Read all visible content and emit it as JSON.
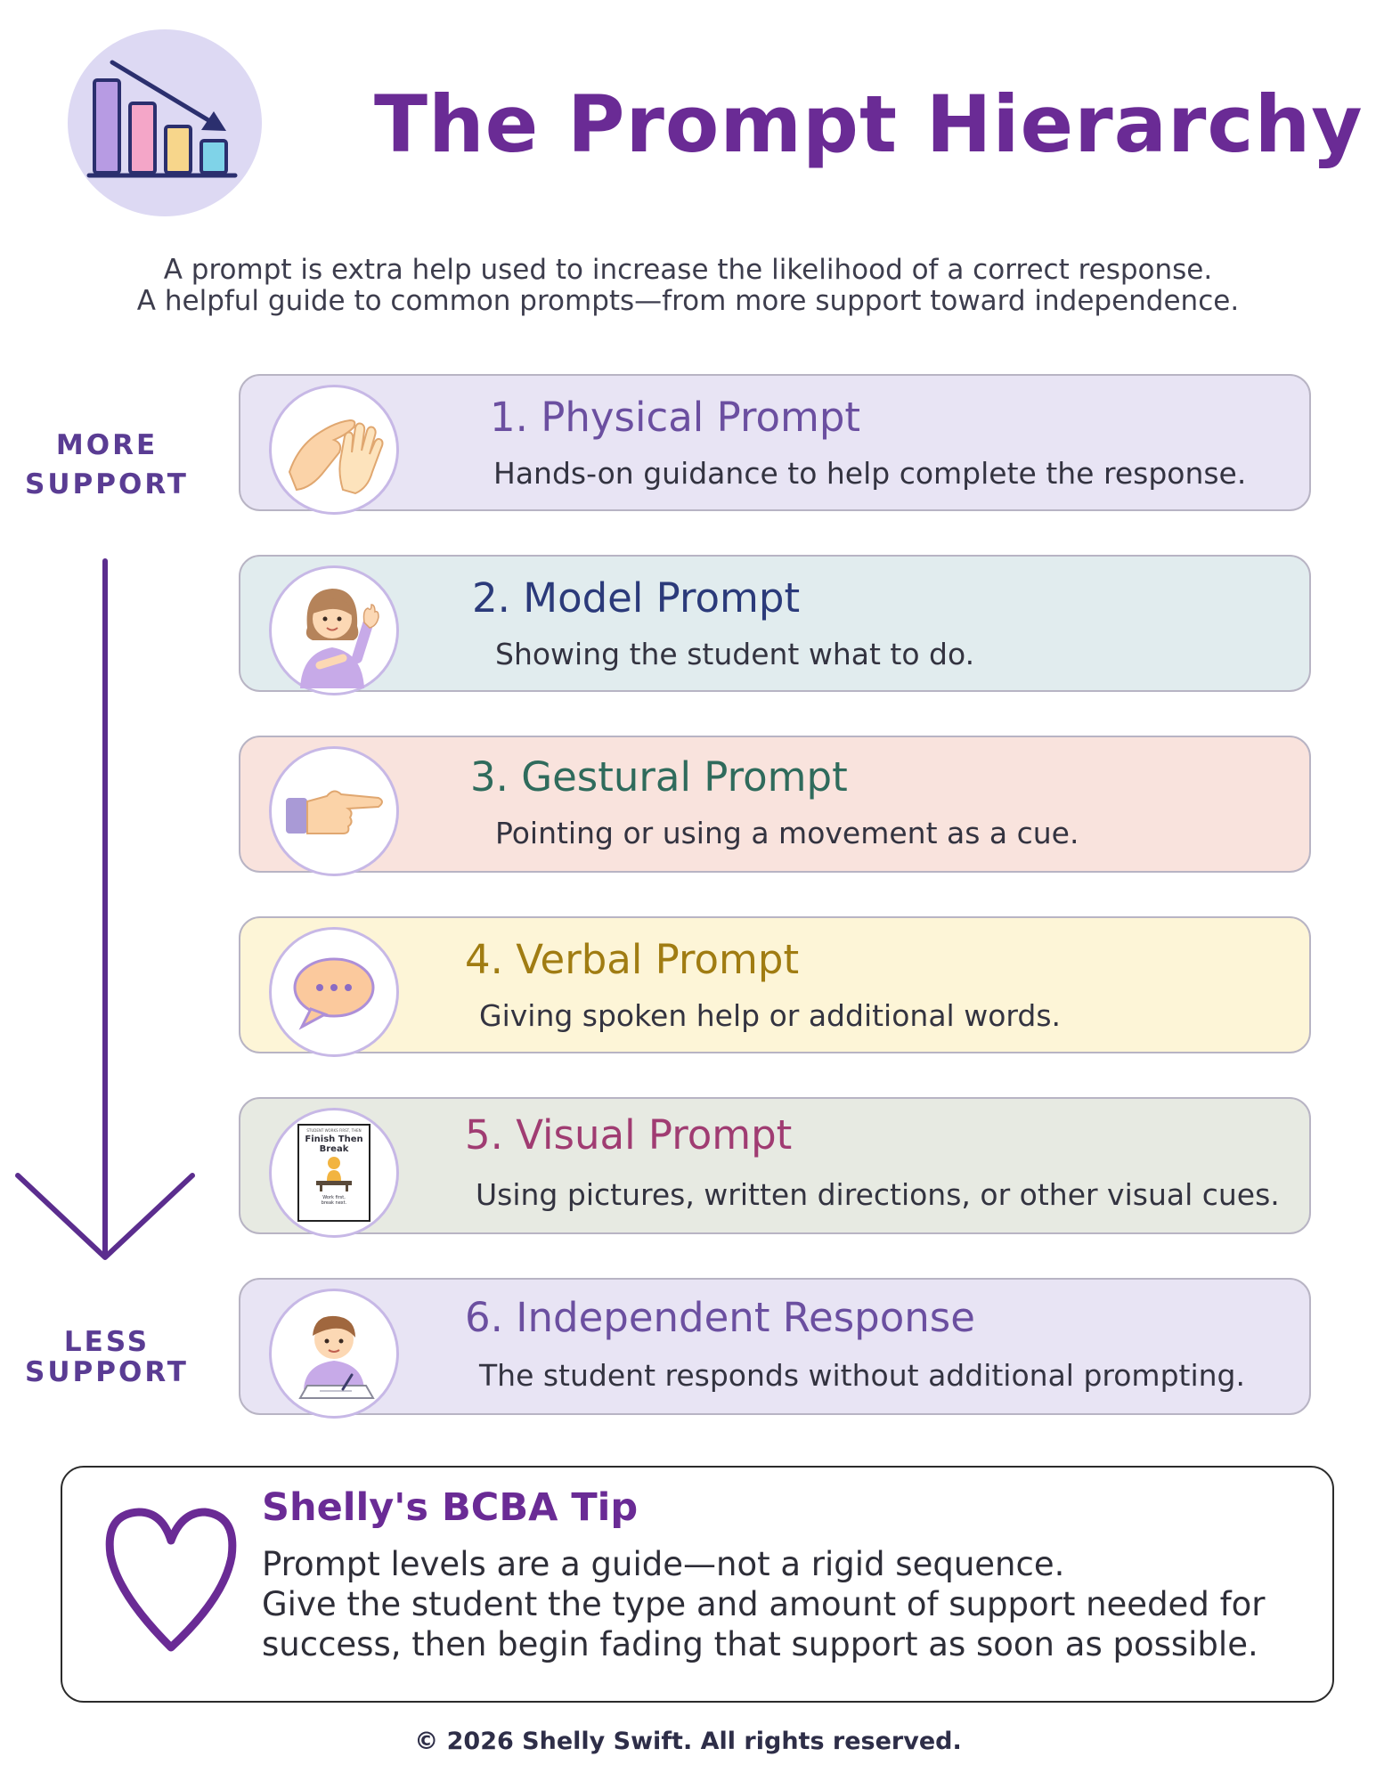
{
  "header": {
    "title": "The Prompt Hierarchy",
    "subtitle_line1": "A prompt is extra help used to increase the likelihood of a correct response.",
    "subtitle_line2": "A helpful guide to common prompts—from more support toward independence."
  },
  "side": {
    "more_line1": "MORE",
    "more_line2": "SUPPORT",
    "less_line1": "LESS",
    "less_line2": "SUPPORT"
  },
  "prompts": [
    {
      "title": "1. Physical Prompt",
      "description": "Hands-on guidance to help complete the response.",
      "bg": "#e8e4f4",
      "title_color": "#6b4fa0",
      "icon": "hands-icon"
    },
    {
      "title": "2. Model Prompt",
      "description": "Showing the student what to do.",
      "bg": "#e1ecee",
      "title_color": "#2b3a7a",
      "icon": "teacher-icon"
    },
    {
      "title": "3. Gestural Prompt",
      "description": "Pointing or using a movement as a cue.",
      "bg": "#f9e3dd",
      "title_color": "#2f6b5c",
      "icon": "pointing-hand-icon"
    },
    {
      "title": "4. Verbal Prompt",
      "description": "Giving spoken help or additional words.",
      "bg": "#fdf5d7",
      "title_color": "#a07c12",
      "icon": "speech-bubble-icon"
    },
    {
      "title": "5. Visual Prompt",
      "description": "Using pictures, written directions, or other visual cues.",
      "bg": "#e7eae2",
      "title_color": "#a03c72",
      "icon": "visual-card-icon"
    },
    {
      "title": "6. Independent Response",
      "description": "The student responds without additional prompting.",
      "bg": "#e8e4f4",
      "title_color": "#6b4fa0",
      "icon": "student-writing-icon"
    }
  ],
  "visual_card": {
    "top": "STUDENT WORKS FIRST, THEN",
    "title_line1": "Finish Then",
    "title_line2": "Break",
    "bottom_line1": "Work first,",
    "bottom_line2": "break next."
  },
  "tip": {
    "title": "Shelly's BCBA Tip",
    "line1": "Prompt levels are a guide—not a rigid sequence.",
    "line2": "Give the student the type and amount of support needed for",
    "line3": "success, then begin fading that support as soon as possible."
  },
  "footer": "© 2026 Shelly Swift. All rights reserved.",
  "colors": {
    "brand_purple": "#6a2b95",
    "arrow_purple": "#5b2d8e"
  }
}
